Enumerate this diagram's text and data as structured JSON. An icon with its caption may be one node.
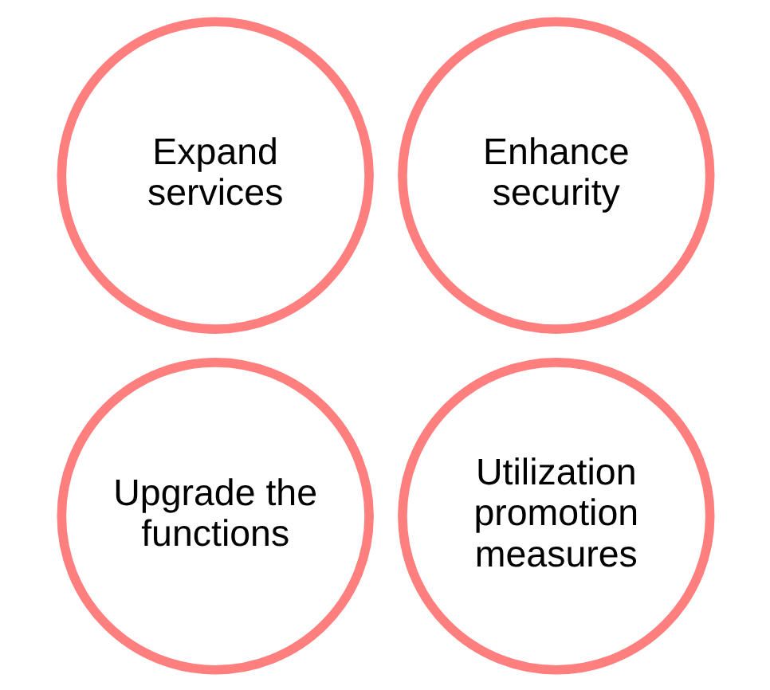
{
  "diagram": {
    "nodes": [
      {
        "text": [
          "Expand services"
        ]
      },
      {
        "text": [
          "Enhance security"
        ]
      },
      {
        "text": [
          "Upgrade the functions"
        ]
      },
      {
        "text": [
          "Utilization promotion measures"
        ]
      }
    ]
  }
}
